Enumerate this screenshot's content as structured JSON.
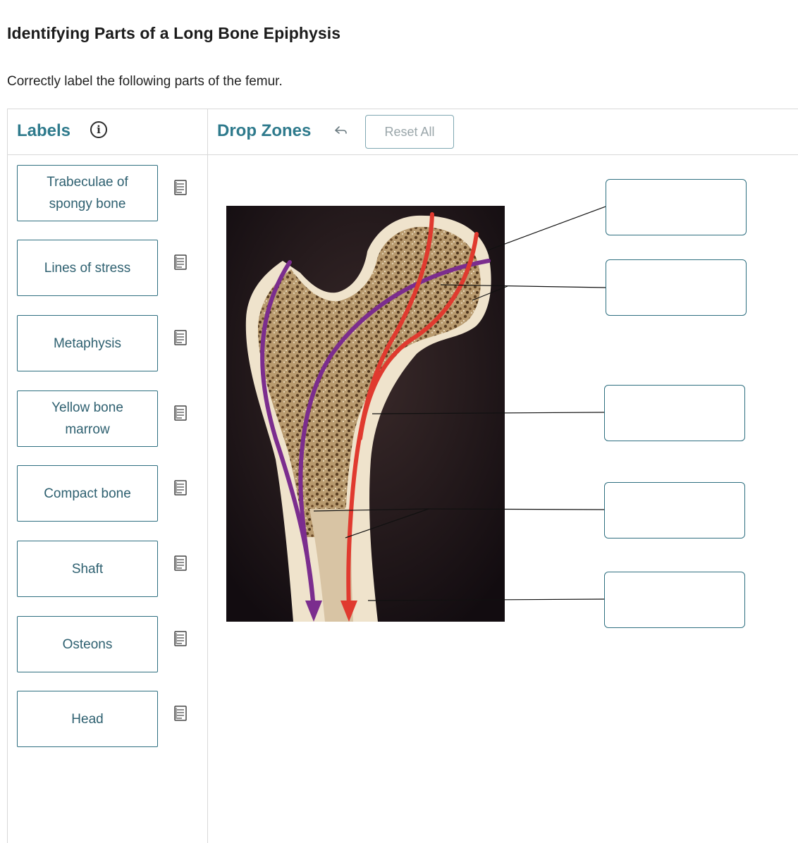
{
  "page": {
    "title": "Identifying Parts of a Long Bone Epiphysis",
    "instruction": "Correctly label the following parts of the femur."
  },
  "labels_panel": {
    "heading": "Labels",
    "info_icon": "info-circle-icon",
    "items": [
      {
        "text": "Trabeculae of spongy bone",
        "icon": "notes-icon"
      },
      {
        "text": "Lines of stress",
        "icon": "notes-icon"
      },
      {
        "text": "Metaphysis",
        "icon": "notes-icon"
      },
      {
        "text": "Yellow bone marrow",
        "icon": "notes-icon"
      },
      {
        "text": "Compact bone",
        "icon": "notes-icon"
      },
      {
        "text": "Shaft",
        "icon": "notes-icon"
      },
      {
        "text": "Osteons",
        "icon": "notes-icon"
      },
      {
        "text": "Head",
        "icon": "notes-icon"
      }
    ]
  },
  "drop_zones_panel": {
    "heading": "Drop Zones",
    "undo_icon": "undo-arrow-icon",
    "reset_label": "Reset All",
    "zones": [
      {
        "value": ""
      },
      {
        "value": ""
      },
      {
        "value": ""
      },
      {
        "value": ""
      },
      {
        "value": ""
      }
    ]
  },
  "colors": {
    "accent": "#2e7a8c",
    "border": "#2e6f80",
    "stress_line_purple": "#7b2d8e",
    "stress_line_red": "#e03a2f"
  }
}
